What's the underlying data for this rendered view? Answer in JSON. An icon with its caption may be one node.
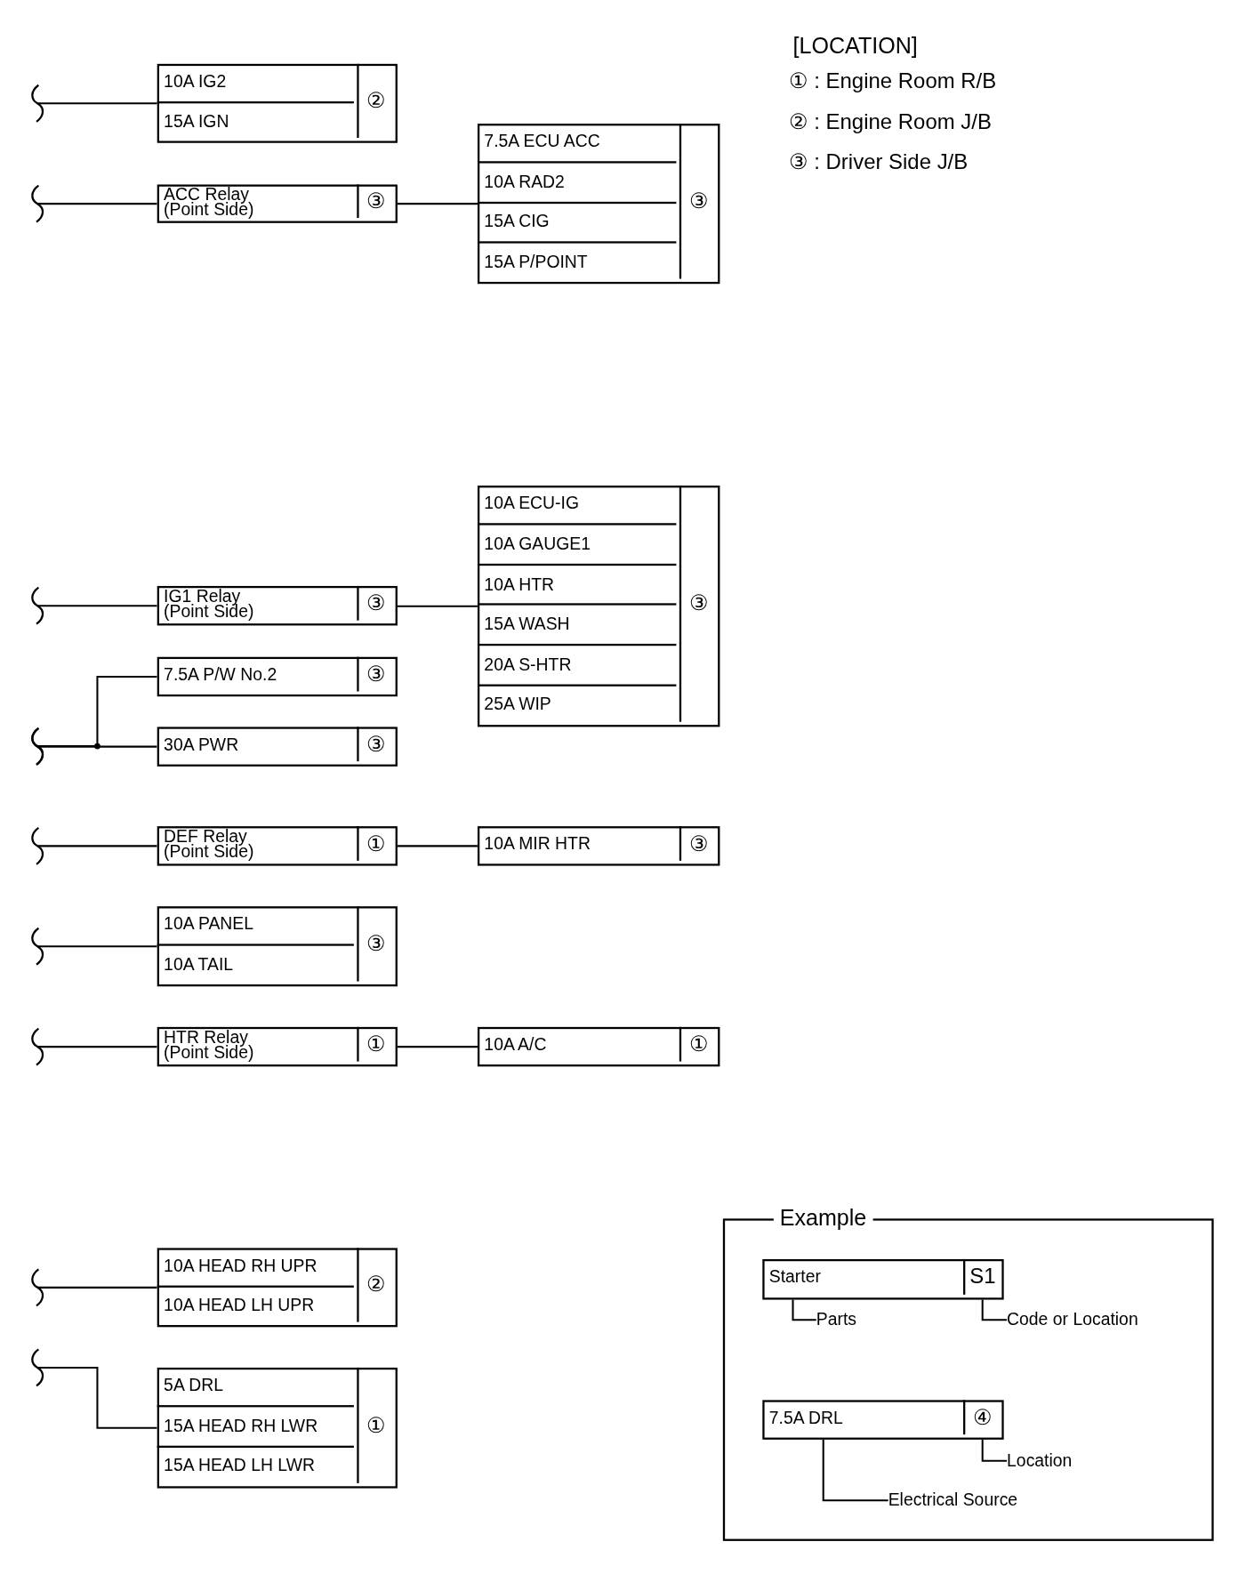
{
  "diagram": {
    "nodes": [
      {
        "text": [],
        "shape": "box"
      },
      {
        "text": [
          "10A IG2"
        ],
        "in": 0
      },
      {
        "text": [
          "15A IGN"
        ],
        "in": 0
      },
      {
        "text": [
          "②"
        ],
        "in": 0
      },
      {
        "text": [],
        "shape": "box"
      },
      {
        "text": [
          "ACC Relay (Point Side)"
        ],
        "in": 4
      },
      {
        "text": [
          "③"
        ],
        "in": 4
      },
      {
        "text": [],
        "shape": "box"
      },
      {
        "text": [
          "7.5A ECU ACC"
        ],
        "in": 7
      },
      {
        "text": [
          "10A RAD2"
        ],
        "in": 7
      },
      {
        "text": [
          "15A CIG"
        ],
        "in": 7
      },
      {
        "text": [
          "15A P/POINT"
        ],
        "in": 7
      },
      {
        "text": [
          "③"
        ],
        "in": 7
      },
      {
        "text": [],
        "shape": "box"
      },
      {
        "text": [
          "IG1 Relay (Point Side)"
        ],
        "in": 13
      },
      {
        "text": [
          "③"
        ],
        "in": 13
      },
      {
        "text": [],
        "shape": "box"
      },
      {
        "text": [
          "10A ECU-IG"
        ],
        "in": 16
      },
      {
        "text": [
          "10A GAUGE1"
        ],
        "in": 16
      },
      {
        "text": [
          "10A HTR"
        ],
        "in": 16
      },
      {
        "text": [
          "15A WASH"
        ],
        "in": 16
      },
      {
        "text": [
          "20A S-HTR"
        ],
        "in": 16
      },
      {
        "text": [
          "25A WIP"
        ],
        "in": 16
      },
      {
        "text": [
          "③"
        ],
        "in": 16
      },
      {
        "text": [],
        "shape": "box"
      },
      {
        "text": [
          "7.5A P/W No.2"
        ],
        "in": 24
      },
      {
        "text": [
          "③"
        ],
        "in": 24
      },
      {
        "text": [],
        "shape": "box"
      },
      {
        "text": [
          "30A PWR"
        ],
        "in": 27
      },
      {
        "text": [
          "③"
        ],
        "in": 27
      },
      {
        "text": [],
        "shape": "box"
      },
      {
        "text": [
          "DEF Relay (Point Side)"
        ],
        "in": 30
      },
      {
        "text": [
          "①"
        ],
        "in": 30
      },
      {
        "text": [],
        "shape": "box"
      },
      {
        "text": [
          "10A MIR HTR"
        ],
        "in": 33
      },
      {
        "text": [
          "③"
        ],
        "in": 33
      },
      {
        "text": [],
        "shape": "box"
      },
      {
        "text": [
          "10A PANEL"
        ],
        "in": 36
      },
      {
        "text": [
          "10A TAIL"
        ],
        "in": 36
      },
      {
        "text": [
          "③"
        ],
        "in": 36
      },
      {
        "text": [],
        "shape": "box"
      },
      {
        "text": [
          "HTR Relay (Point Side)"
        ],
        "in": 40
      },
      {
        "text": [
          "①"
        ],
        "in": 40
      },
      {
        "text": [],
        "shape": "box"
      },
      {
        "text": [
          "10A A/C"
        ],
        "in": 43
      },
      {
        "text": [
          "①"
        ],
        "in": 43
      },
      {
        "text": [],
        "shape": "box"
      },
      {
        "text": [
          "10A HEAD RH UPR"
        ],
        "in": 46
      },
      {
        "text": [
          "10A HEAD LH UPR"
        ],
        "in": 46
      },
      {
        "text": [
          "②"
        ],
        "in": 46
      },
      {
        "text": [],
        "shape": "box"
      },
      {
        "text": [
          "5A DRL"
        ],
        "in": 50
      },
      {
        "text": [
          "15A HEAD RH LWR"
        ],
        "in": 50
      },
      {
        "text": [
          "15A HEAD LH LWR"
        ],
        "in": 50
      },
      {
        "text": [
          "①"
        ],
        "in": 50
      },
      {
        "text": [
          "Example"
        ]
      },
      {
        "text": [],
        "shape": "box",
        "in": 55
      },
      {
        "text": [
          "Starter"
        ],
        "in": 56
      },
      {
        "text": [
          "S1"
        ],
        "in": 56
      },
      {
        "text": [
          "Parts"
        ],
        "in": 55
      },
      {
        "text": [
          "Code or Location"
        ],
        "in": 55
      },
      {
        "text": [],
        "shape": "box",
        "in": 55
      },
      {
        "text": [
          "7.5A DRL"
        ],
        "in": 61
      },
      {
        "text": [
          "④"
        ],
        "in": 61
      },
      {
        "text": [
          "Location"
        ],
        "in": 55
      },
      {
        "text": [
          "Electrical Source"
        ],
        "in": 55
      }
    ],
    "edges": [
      {
        "from": null,
        "to": 0,
        "arrow": "none"
      },
      {
        "from": null,
        "to": 4,
        "arrow": "none"
      },
      {
        "from": 4,
        "to": 7,
        "arrow": "none"
      },
      {
        "from": null,
        "to": 13,
        "arrow": "none"
      },
      {
        "from": 13,
        "to": 16,
        "arrow": "none"
      },
      {
        "from": null,
        "to": 24,
        "arrow": "none"
      },
      {
        "from": null,
        "to": 27,
        "arrow": "none"
      },
      {
        "from": null,
        "to": 30,
        "arrow": "none"
      },
      {
        "from": 30,
        "to": 33,
        "arrow": "none"
      },
      {
        "from": null,
        "to": 36,
        "arrow": "none"
      },
      {
        "from": null,
        "to": 40,
        "arrow": "none"
      },
      {
        "from": 40,
        "to": 43,
        "arrow": "none"
      },
      {
        "from": null,
        "to": 46,
        "arrow": "none"
      },
      {
        "from": null,
        "to": 50,
        "arrow": "none"
      },
      {
        "from": 59,
        "to": 57,
        "arrow": "none"
      },
      {
        "from": 60,
        "to": 58,
        "arrow": "none"
      },
      {
        "from": 64,
        "to": 63,
        "arrow": "none"
      },
      {
        "from": 65,
        "to": 62,
        "arrow": "none"
      }
    ],
    "labels": [
      "[LOCATION]",
      "① : Engine Room R/B",
      "② : Engine Room J/B",
      "③ : Driver Side J/B"
    ]
  }
}
